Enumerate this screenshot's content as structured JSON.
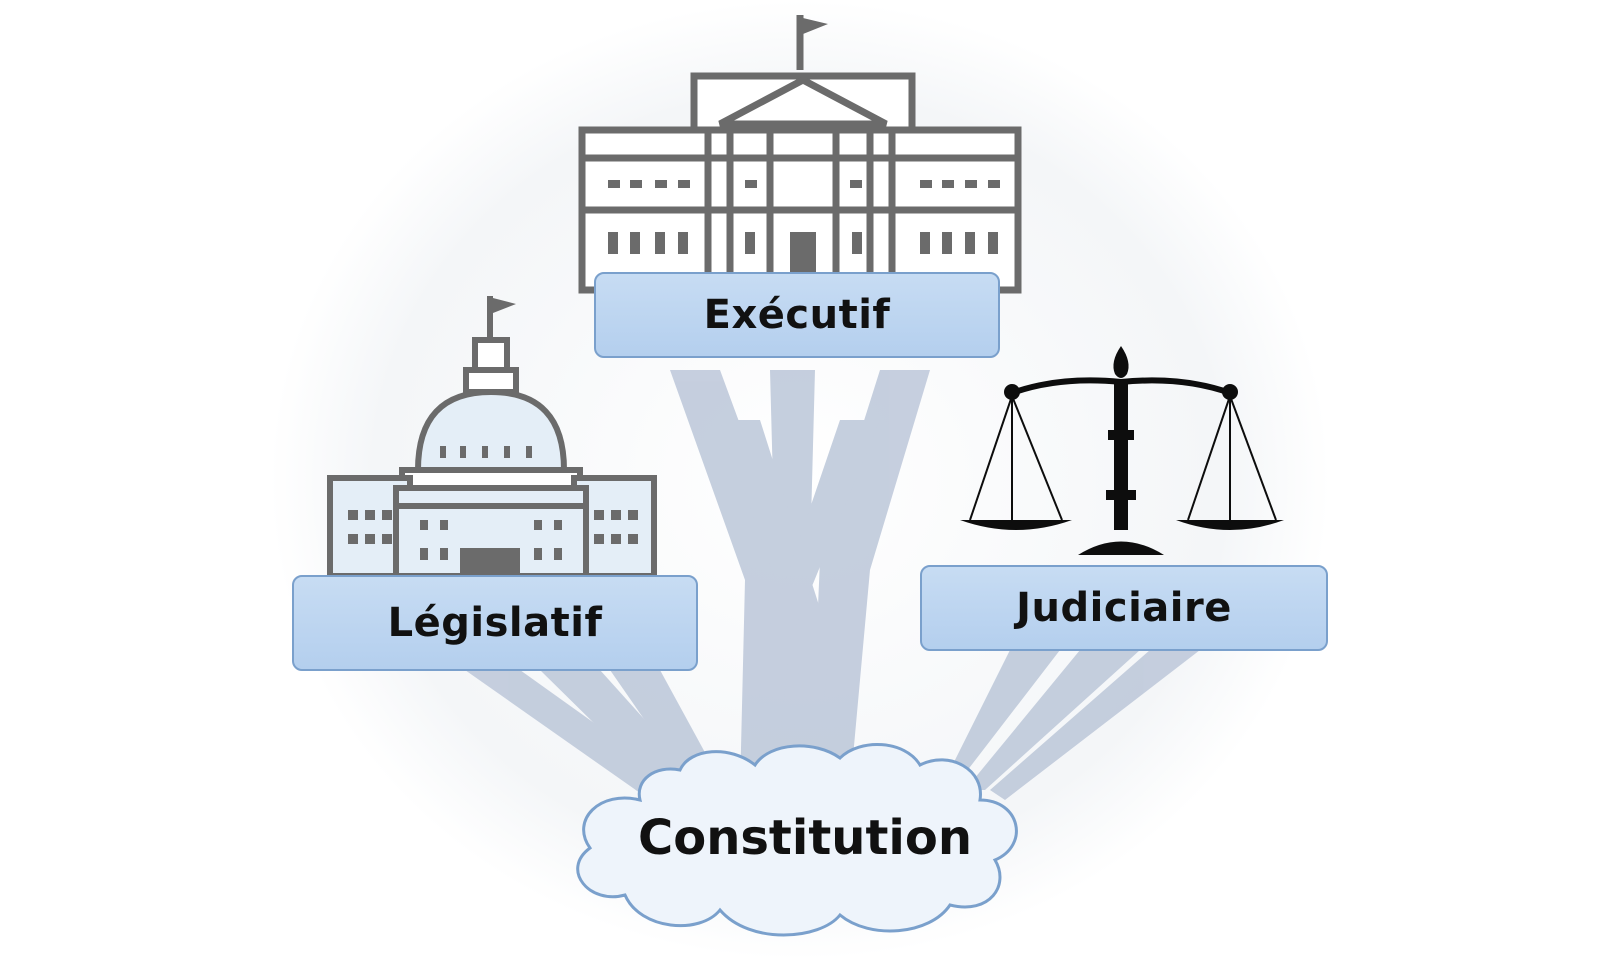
{
  "branches": {
    "executif": "Exécutif",
    "legislatif": "Législatif",
    "judiciaire": "Judiciaire"
  },
  "root": "Constitution",
  "colors": {
    "label_fill": "#bcd4ef",
    "label_border": "#7aa0cc",
    "building_stroke": "#6b6b6b",
    "building_fill": "#e4eef7",
    "roots": "#b9c5d8",
    "cloud_fill": "#eef4fb",
    "cloud_border": "#7aa0cc",
    "scales": "#0d0d0d"
  },
  "icons": {
    "executif": "white-house-icon",
    "legislatif": "capitol-dome-icon",
    "judiciaire": "scales-of-justice-icon",
    "root": "cloud-shape"
  }
}
